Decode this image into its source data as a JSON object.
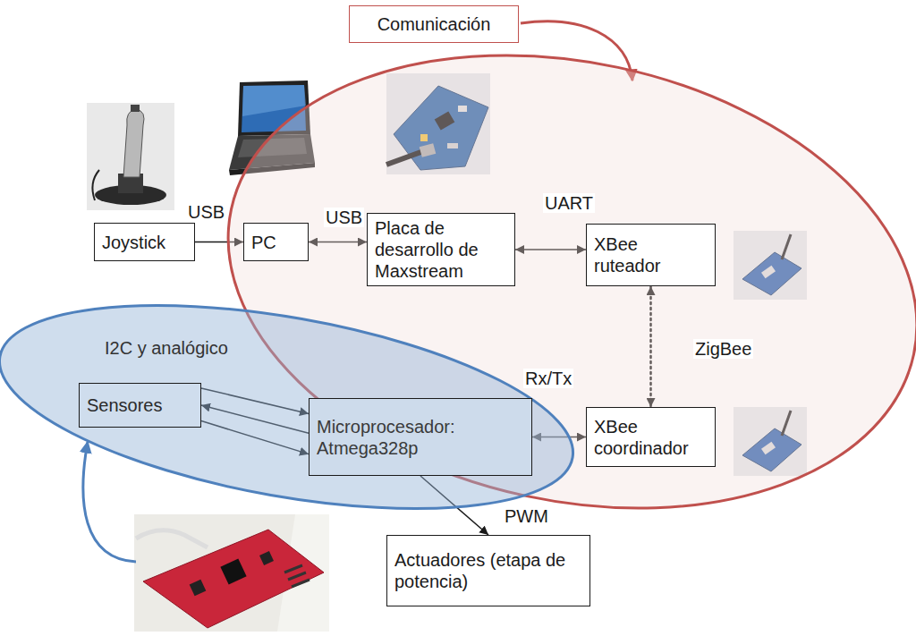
{
  "diagram": {
    "nodes": [
      {
        "text": [
          "Comunicación"
        ]
      },
      {
        "text": [
          "Joystick"
        ]
      },
      {
        "text": [
          "PC"
        ],
        "in": 0
      },
      {
        "text": [
          "Placa de desarrollo de Maxstream"
        ],
        "in": 0
      },
      {
        "text": [
          "XBee ruteador"
        ],
        "in": 0
      },
      {
        "text": [
          "I2C y analógico"
        ]
      },
      {
        "text": [
          "Sensores"
        ],
        "in": 5
      },
      {
        "text": [
          "Microprocesador: Atmega328p"
        ],
        "in": 5
      },
      {
        "text": [
          "XBee coordinador"
        ],
        "in": 0
      },
      {
        "text": [
          "Actuadores (etapa de potencia)"
        ]
      }
    ],
    "edges": [
      {
        "from": 1,
        "to": 2,
        "label": "USB",
        "arrow": "to"
      },
      {
        "from": 2,
        "to": 3,
        "label": "USB",
        "arrow": "both"
      },
      {
        "from": 3,
        "to": 4,
        "label": "UART",
        "arrow": "both"
      },
      {
        "from": 4,
        "to": 8,
        "label": "ZigBee",
        "arrow": "both"
      },
      {
        "from": 6,
        "to": 7,
        "arrow": "to"
      },
      {
        "from": 7,
        "to": 6,
        "arrow": "to"
      },
      {
        "from": 6,
        "to": 7,
        "arrow": "to"
      },
      {
        "from": 7,
        "to": 8,
        "label": "Rx/Tx",
        "arrow": "both"
      },
      {
        "from": 7,
        "to": 9,
        "label": "PWM",
        "arrow": "to"
      }
    ]
  }
}
